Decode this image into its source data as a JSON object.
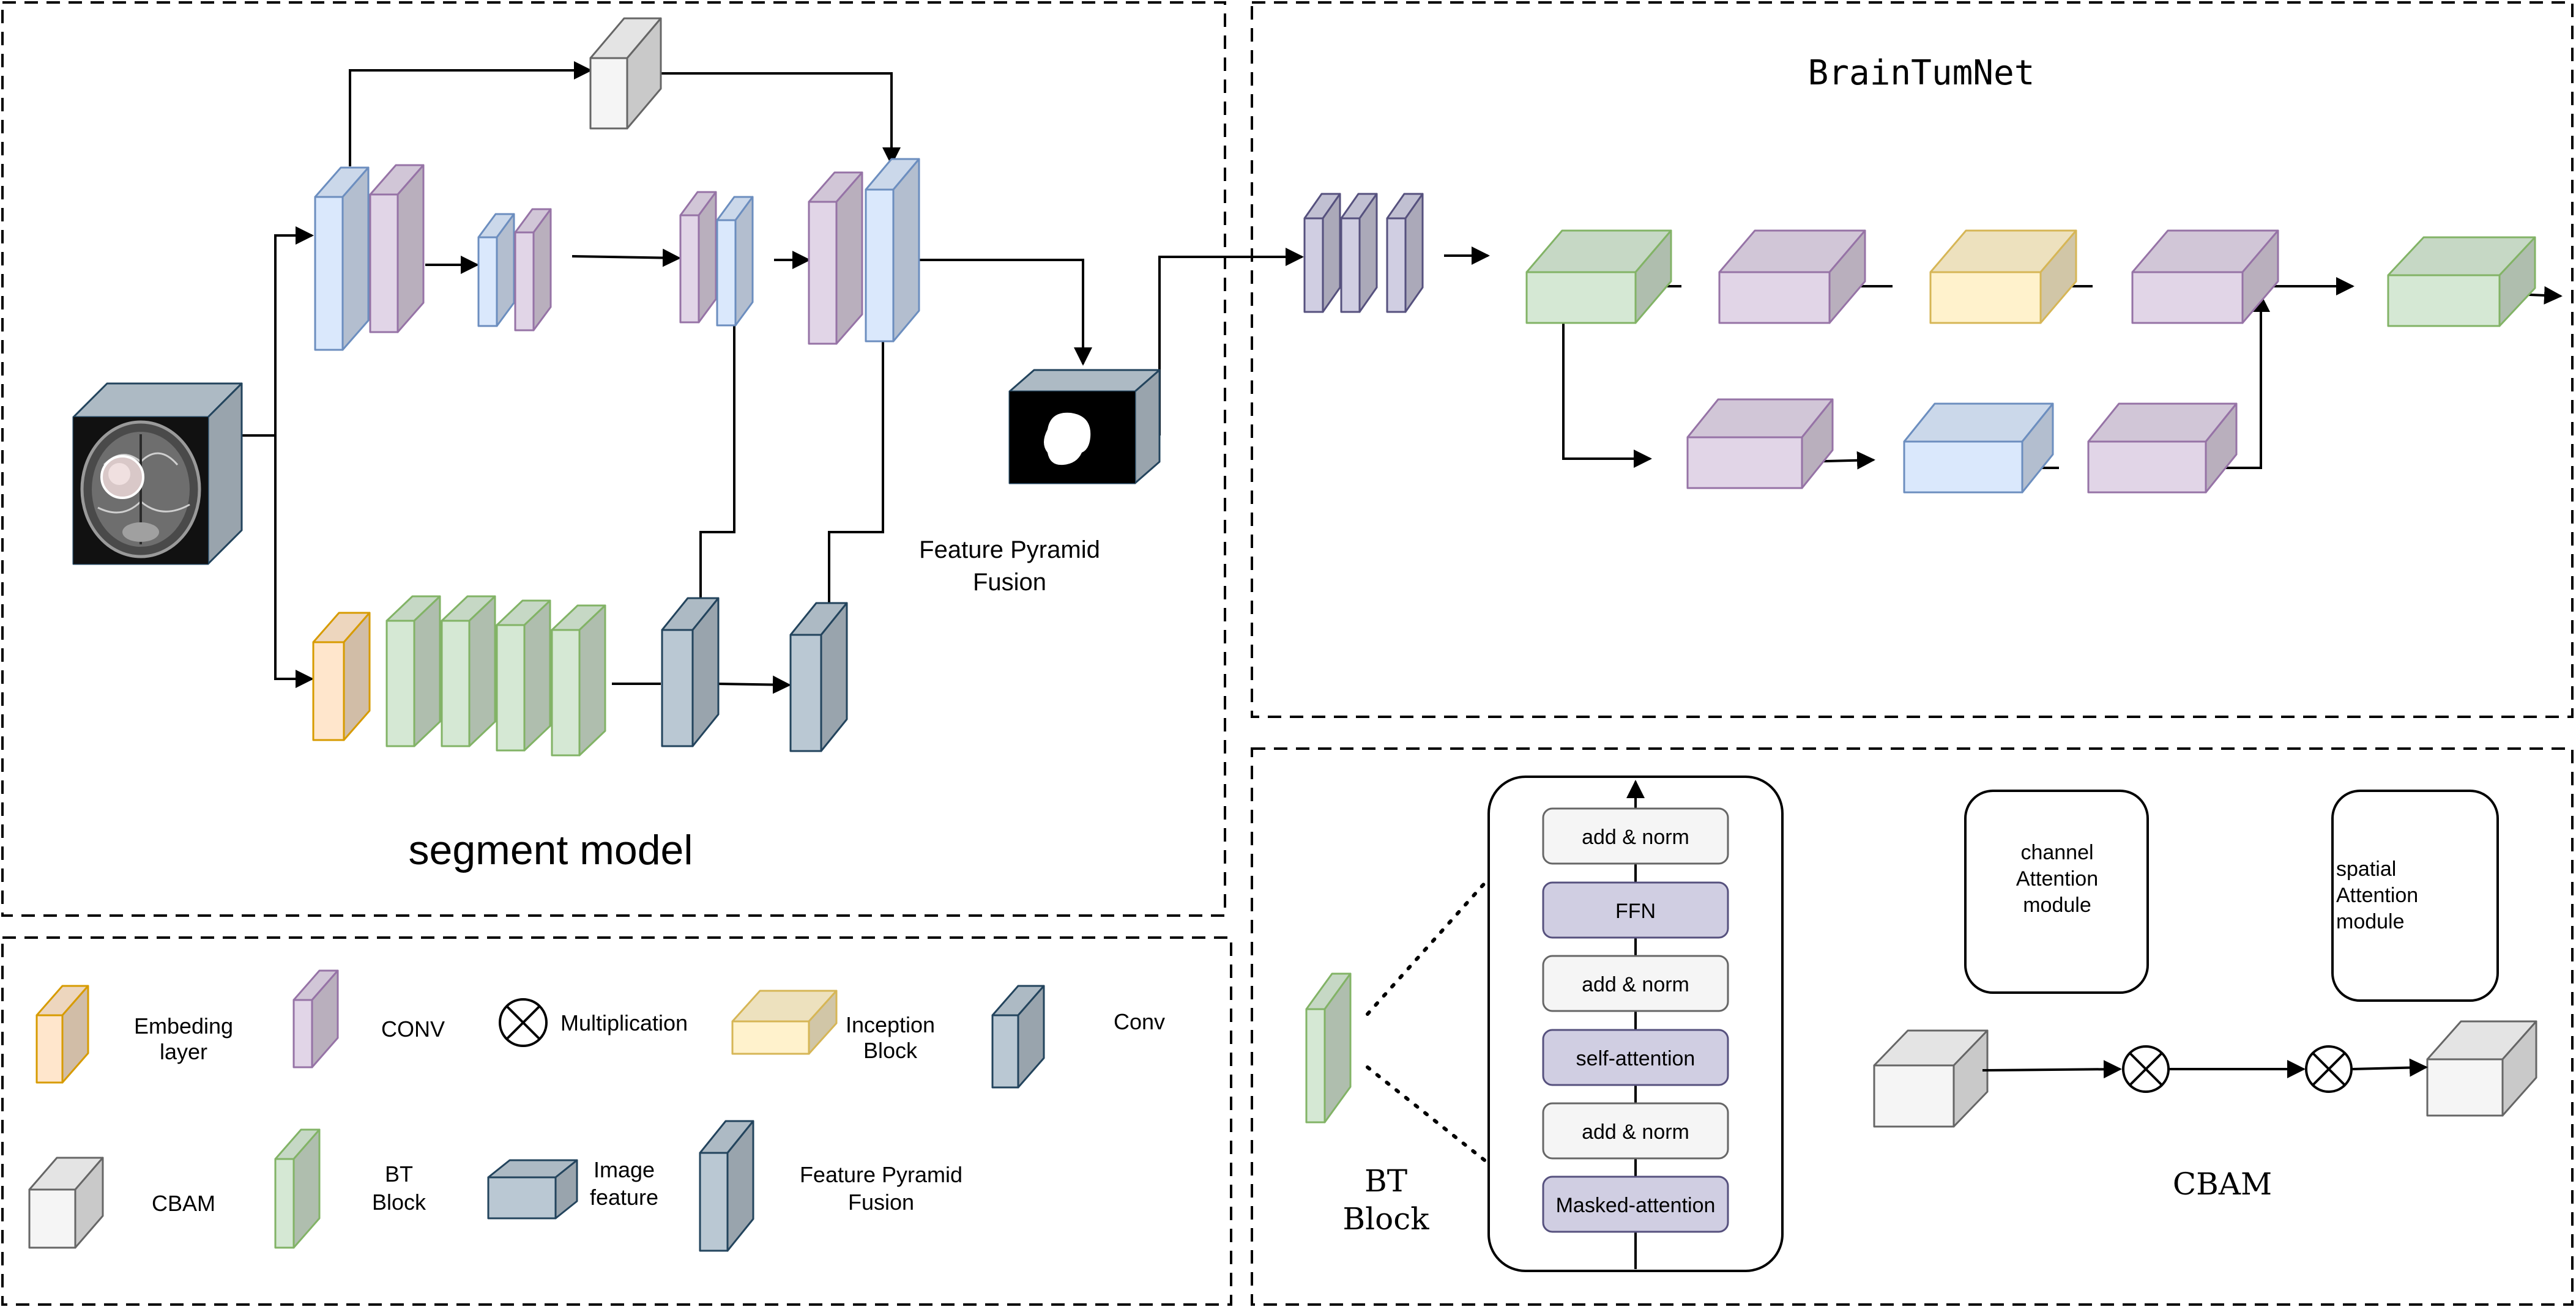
{
  "colors": {
    "blue": {
      "fill": "#dae8fc",
      "stroke": "#6c8ebf"
    },
    "purple": {
      "fill": "#e1d5e7",
      "stroke": "#9673a6"
    },
    "orange": {
      "fill": "#ffe6cc",
      "stroke": "#d79b00"
    },
    "green": {
      "fill": "#d5e8d4",
      "stroke": "#82b366"
    },
    "yellow": {
      "fill": "#fff2cc",
      "stroke": "#d6b656"
    },
    "slate": {
      "fill": "#bac8d3",
      "stroke": "#23445d"
    },
    "grey": {
      "fill": "#f5f5f5",
      "stroke": "#666666"
    },
    "lavender": {
      "fill": "#d0cee2",
      "stroke": "#56517e"
    },
    "mask_black": "#000000"
  },
  "segment_model": {
    "title": "segment model",
    "fusion_label_line1": "Feature Pyramid",
    "fusion_label_line2": "Fusion",
    "input_image_icon": "brain-mri-scan-icon",
    "output_mask_icon": "tumor-mask-icon"
  },
  "braintumnet": {
    "title": "BrainTumNet"
  },
  "legend": {
    "items": [
      {
        "id": "embedding",
        "line1": "Embeding",
        "line2": "layer",
        "color": "orange",
        "icon": "embedding-layer-icon"
      },
      {
        "id": "conv-purple",
        "line1": "CONV",
        "line2": "",
        "color": "purple",
        "icon": "conv-icon"
      },
      {
        "id": "multiplication",
        "line1": "Multiplication",
        "line2": "",
        "color": "",
        "icon": "multiplication-icon"
      },
      {
        "id": "inception",
        "line1": "Inception",
        "line2": "Block",
        "color": "yellow",
        "icon": "inception-block-icon"
      },
      {
        "id": "conv-slate",
        "line1": "Conv",
        "line2": "",
        "color": "slate",
        "icon": "conv-slate-icon"
      },
      {
        "id": "cbam",
        "line1": "CBAM",
        "line2": "",
        "color": "grey",
        "icon": "cbam-icon"
      },
      {
        "id": "bt-block",
        "line1": "BT",
        "line2": "Block",
        "color": "green",
        "icon": "bt-block-icon"
      },
      {
        "id": "image-feature",
        "line1": "Image",
        "line2": "feature",
        "color": "slate",
        "icon": "image-feature-icon"
      },
      {
        "id": "fpf",
        "line1": "Feature Pyramid",
        "line2": "Fusion",
        "color": "slate",
        "icon": "feature-pyramid-fusion-icon"
      }
    ]
  },
  "bt_block": {
    "label_line1": "BT",
    "label_line2": "Block",
    "layers": [
      "add & norm",
      "FFN",
      "add & norm",
      "self-attention",
      "add & norm",
      "Masked-attention"
    ]
  },
  "cbam": {
    "title": "CBAM",
    "channel_line1": "channel",
    "channel_line2": "Attention",
    "channel_line3": "module",
    "spatial_line1": "spatial",
    "spatial_line2": "Attention",
    "spatial_line3": "module"
  }
}
